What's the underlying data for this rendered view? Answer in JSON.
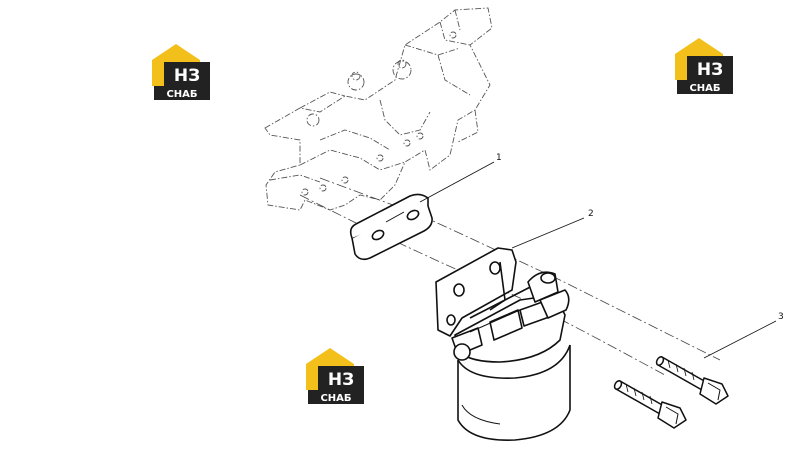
{
  "logo": {
    "mark_text": "НЗ",
    "brand_text": "СНАБ",
    "colors": {
      "house": "#f3bf1a",
      "dark": "#222222",
      "light": "#ffffff"
    }
  },
  "callouts": [
    {
      "label": "1"
    },
    {
      "label": "2"
    },
    {
      "label": "3"
    }
  ],
  "colors": {
    "line": "#111111",
    "phantom": "#555555"
  }
}
